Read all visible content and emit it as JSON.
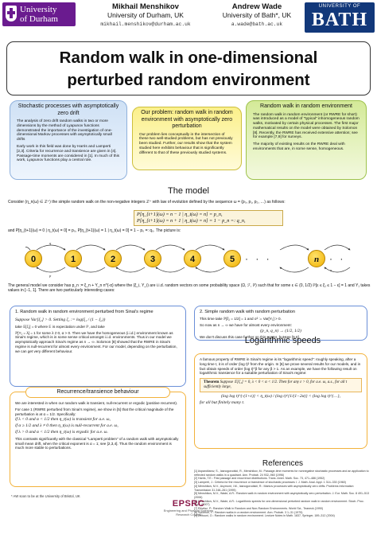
{
  "header": {
    "logo_left_line1": "University",
    "logo_left_line2": "of Durham",
    "logo_right_line1": "UNIVERSITY OF",
    "logo_right_line2": "BATH",
    "author1_name": "Mikhail Menshikov",
    "author1_aff": "University of Durham, UK",
    "author1_email": "mikhail.menshikov@durham.ac.uk",
    "author2_name": "Andrew Wade",
    "author2_aff": "University of Bath*, UK",
    "author2_email": "a.wade@bath.ac.uk"
  },
  "title": {
    "line1": "Random walk in one-dimensional",
    "line2": "perturbed random environment"
  },
  "top_panels": {
    "left": {
      "heading": "Stochastic processes with asymptotically zero drift",
      "p1": "The analysis of zero drift random walks in two or more dimensions by the method of Lyapunov functions demonstrated the importance of the investigation of one-dimensional Markov processes with asymptotically small drifts",
      "p2": "Early work in this field was done by Harris and Lamperti [2,3]. Criteria for recurrence and transience are given in [4]. Passage-time moments are considered in [1]. In much of this work, Lyapunov functions play a central role."
    },
    "middle": {
      "heading": "Our problem: random walk in random environment with asymptotically zero perturbation",
      "p1": "Our problem lies conceptually in the intersection of these two well-studied problems, but has not previously been studied. Further, our results show that the system studied here exhibits behaviour that is significantly different to that of these previously studied systems."
    },
    "right": {
      "heading": "Random walk in random environment",
      "p1": "The random walk in random environment (or RWRE for short) was introduced as a model of \"typical\" inhomogeneous random walks, motivated by certain physical processes. The first major mathematical results on the model were obtained by Solomon [8]. Recently, the RWRE has received extensive attention; see for example [7,9] for surveys.",
      "p2": "The majority of existing results on the RWRE deal with environments that are, in some sense, homogeneous."
    }
  },
  "model": {
    "title": "The model",
    "intro": "Consider (η_n(ω) ∈ ℤ⁺) the simple random walk on the non-negative integers ℤ⁺ with law of evolution defined by the sequence ω = (p₀, p₁, p₂, …) as follows:",
    "f1": "P[η_{t+1}(ω) = n − 1 | η_t(ω) = n] = p_n,",
    "f2": "P[η_{t+1}(ω) = n + 1 | η_t(ω) = n] = 1 − p_n =: q_n,",
    "and_text": "and P[η_{t+1}(ω) = 0 | η_t(ω) = 0] = p₀, P[η_{t+1}(ω) = 1 | η_t(ω) = 0] = 1 − p₀ =: q₀. The picture is:",
    "nodes": [
      "0",
      "1",
      "2",
      "3",
      "4",
      "5"
    ],
    "node_n": "n",
    "dots": "· · ·",
    "arc_p": "p",
    "arc_q": "q",
    "general": "The general model we consider has p_n := ξ_n + Y_n n^{-α} where the (ξ_i, Y_i) are i.i.d. random vectors on some probability space (Ω, ℱ, ℙ) such that for some ε ∈ (0, 1/2) ℙ[ε ≤ ξ₁ ≤ 1 − ε] = 1 and Y₁ takes values in [−1, 1]. There are two particularly interesting cases:"
  },
  "case1": {
    "heading": "1. Random walk in random environment perturbed from Sinai's regime",
    "l1": "Suppose Var[ξ₁] > 0. Setting ζ₁ := log(ξ₁ / (1 − ξ₁))",
    "l2": "take 𝔼[ζ₁] = 0 where 𝔼 is expectation under ℙ, and take",
    "l3": "ℙ[Y₁ = λ] = 1 for some λ ≠ 0, α > 0. Then we have the homogeneous (i.i.d.) environment known as Sinai's regime, which is in some sense critical amongst i.i.d. environments. Thus in our model we asymptotically approach Sinai's regime as n → ∞. Solomon [8] showed that the RWRE in Sinai's regime is null-recurrent for almost every environment. For our model, depending on the perturbation, we can get very different behaviour."
  },
  "case2": {
    "heading": "2. Simple random walk with random perturbation",
    "l1": "This time take ℙ[ξ₁ = 1/2] = 1 and σ² := Var[Y₁] > 0.",
    "l2": "So now as n → ∞ we have for almost every environment:",
    "l3": "(p_n, q_n) → (1/2, 1/2)",
    "l4": "We don't discuss this case further on this poster, but see [5,6]."
  },
  "recurrence": {
    "heading": "Recurrence/transience behaviour",
    "p1": "We are interested in when our random walk is transient, null-recurrent or ergodic (positive recurrent).",
    "p2": "For case 1 (RWRE perturbed from Sinai's regime), we show in [5] that the critical magnitude of the perturbation is at α = 1/2. Specifically:",
    "c1": "if λ < 0 and α < 1/2 then η_t(ω) is transient for a.e. ω,",
    "c2": "if α ≥ 1/2 and λ ≠ 0 then η_t(ω) is null-recurrent for a.e. ω,",
    "c3": "if λ > 0 and α < 1/2 then η_t(ω) is ergodic for a.e. ω.",
    "p3": "This contrasts significantly with the classical \"Lamperti problem\" of a random walk with asymptotically small mean drift, when the critical exponent is α = 1; see [2,3,4]. Thus the random environment is much more stable to perturbations."
  },
  "logspeed": {
    "title": "Logarithmic speeds",
    "p1": "A famous property of RWRE in Sinai's regime is its \"logarithmic speed\": roughly speaking, after a long time t, it is of order (log t)² from the origin. In [6] we prove several results for our models, and in fact obtain speeds of order (log t)^β for any β > 1. As an example, we have the following result on logarithmic transience for a suitable perturbation of Sinai's regime:",
    "thm_name": "Theorem",
    "thm": "Suppose 𝔼[ζ₁] = 0, λ < 0 < α < 1/2. Then for any ε > 0, for a.e. ω, a.s., for all t sufficiently large,",
    "ineq": "(log log t)^{-(1+ε)} < η_t(ω) / (log t)^{1/(1−2α)} < (log log t)^{…},",
    "tail": "for all but finitely many t."
  },
  "references": {
    "title": "References",
    "items": [
      "[1] Aspandiiarov, S., Iasnogorodski, R., Menshikov, M.: Passage-time moments for nonnegative stochastic processes and an application to reflected random walks in a quadrant. Ann. Probab. 24 932–960 (1996)",
      "[2] Harris, T.E.: First passage and recurrence distributions. Trans. Amer. Math. Soc. 73, 471–486 (1952)",
      "[3] Lamperti, J.: Criteria for the recurrence or transience of stochastic processes I. J. Math. Anal. Appl. 1 314–330 (1960)",
      "[4] Menshikov, M.V., Asymont, I.M., Iasnogorodskii, R.: Markov processes with asymptotically zero drifts. Problems Information Transmission 31 248–261 (1995)",
      "[5] Menshikov, M.V., Wade, A.R.: Random walk in random environment with asymptotically zero perturbation. J. Eur. Math. Soc. 8 491–513 (2006)",
      "[6] Menshikov, M.V., Wade, A.R.: Logarithmic speeds for one-dimensional perturbed random walk in random environment. Stoch. Proc. Appl. (2007)",
      "[7] Révész, P.: Random Walk in Random and Non-Random Environments. World Sci., Teaneck (1990)",
      "[8] Solomon, F.: Random walks in a random environment. Ann. Probab. 3 1–31 (1975)",
      "[9] Zeitouni, O.: Random walks in random environment. Lecture Notes in Math. 1837, Springer, 189–312 (2004)"
    ]
  },
  "footer": {
    "footnote": "* AW soon to be at the University of Bristol, UK",
    "epsrc": "EPSRC",
    "epsrc_sub1": "Engineering and Physical Sciences",
    "epsrc_sub2": "Research Council"
  },
  "colors": {
    "durham_purple": "#6a1b8f",
    "bath_blue": "#12387a",
    "node_yellow": "#f0b000",
    "highlight_red": "#d43a1f"
  }
}
